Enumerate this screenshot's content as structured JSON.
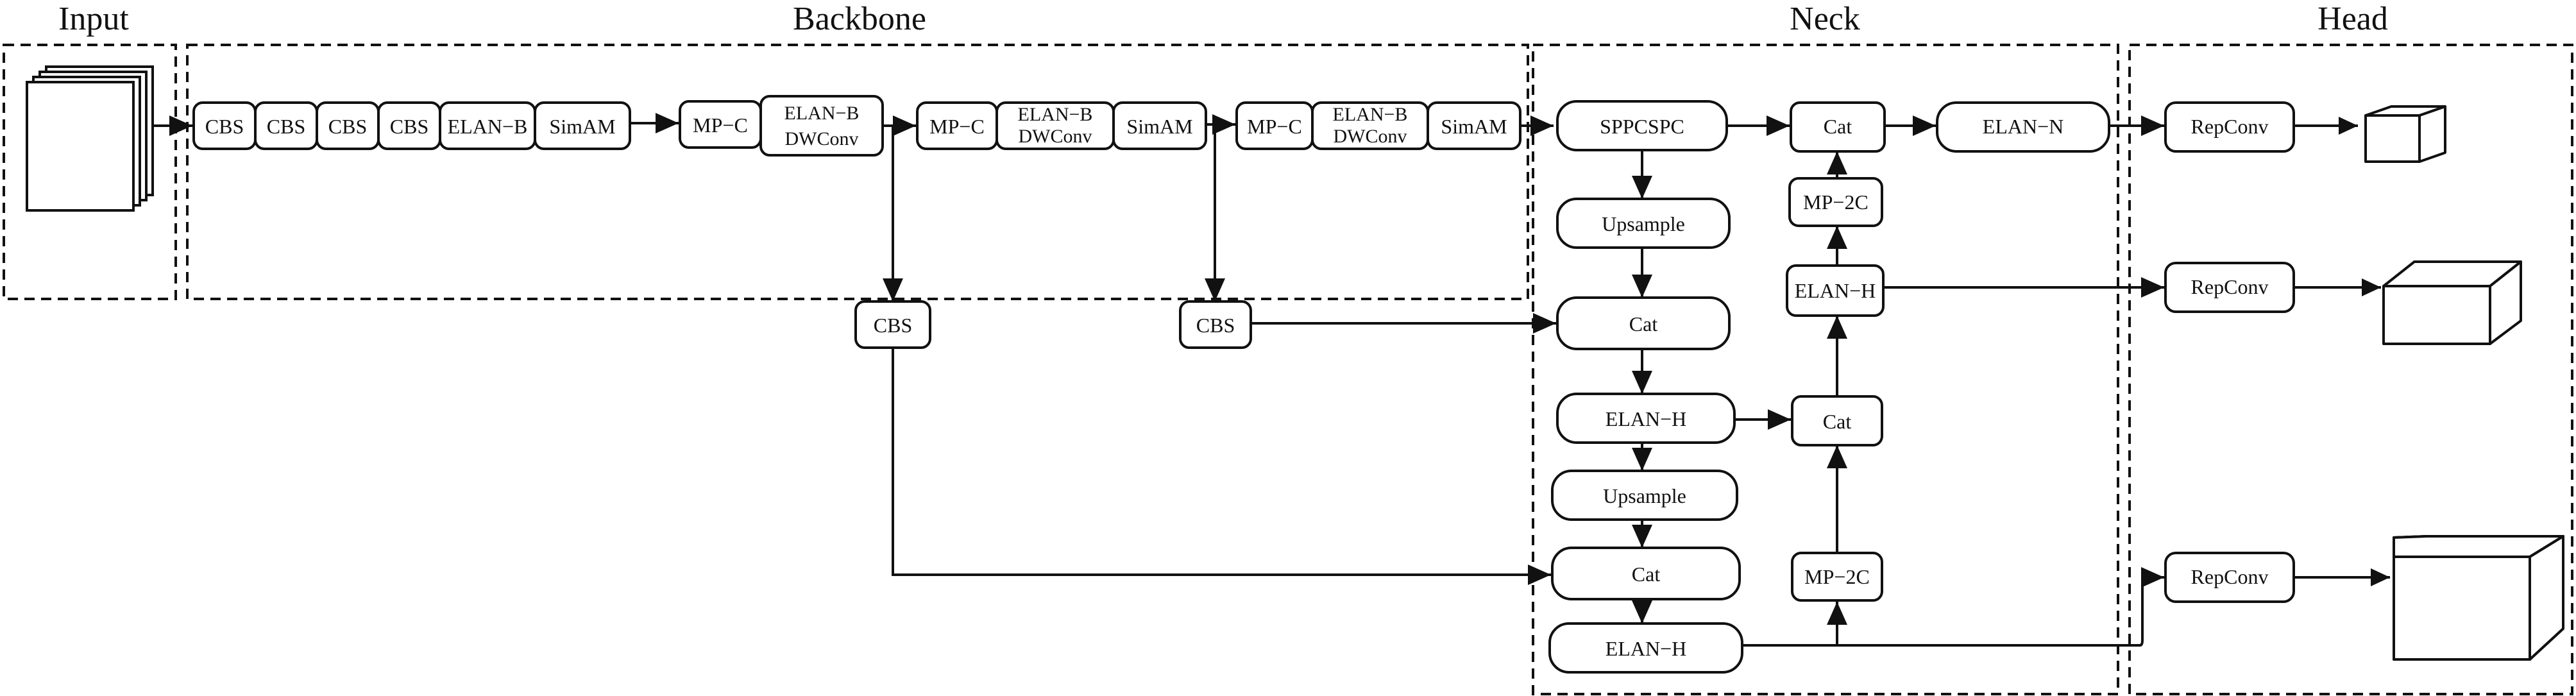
{
  "regions": {
    "input": "Input",
    "backbone": "Backbone",
    "neck": "Neck",
    "head": "Head"
  },
  "backbone": {
    "cbs_1": "CBS",
    "cbs_2": "CBS",
    "cbs_3": "CBS",
    "cbs_4": "CBS",
    "elan_b_1": "ELAN−B",
    "simam_1": "SimAM",
    "mpc_1": "MP−C",
    "elan_b_dw_1": [
      "ELAN−B",
      "DWConv"
    ],
    "mpc_2": "MP−C",
    "elan_b_dw_2": [
      "ELAN−B",
      "DWConv"
    ],
    "simam_2": "SimAM",
    "mpc_3": "MP−C",
    "elan_b_dw_3": [
      "ELAN−B",
      "DWConv"
    ],
    "simam_3": "SimAM",
    "cbs_branch_1": "CBS",
    "cbs_branch_2": "CBS"
  },
  "neck": {
    "sppcspc": "SPPCSPC",
    "upsample_1": "Upsample",
    "cat_1": "Cat",
    "elan_h_1": "ELAN−H",
    "upsample_2": "Upsample",
    "cat_2": "Cat",
    "elan_h_2": "ELAN−H",
    "mp2c_1": "MP−2C",
    "cat_3": "Cat",
    "elan_h_3": "ELAN−H",
    "mp2c_2": "MP−2C",
    "cat_4": "Cat",
    "elan_n": "ELAN−N"
  },
  "head": {
    "repconv_1": "RepConv",
    "repconv_2": "RepConv",
    "repconv_3": "RepConv"
  }
}
